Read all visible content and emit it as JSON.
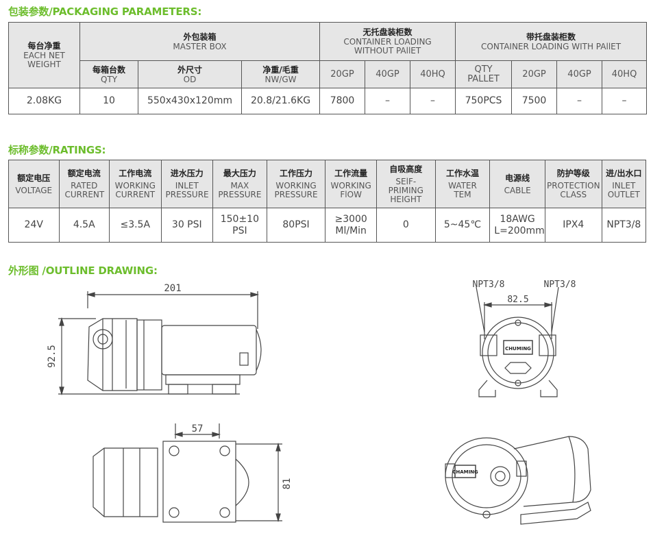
{
  "packaging": {
    "title": "包装参数/PACKAGING PARAMETERS:",
    "net_weight": {
      "cn": "每台净重",
      "en": "EACH NET WEIGHT"
    },
    "master_box": {
      "cn": "外包装箱",
      "en": "MASTER BOX"
    },
    "without_pallet": {
      "cn": "无托盘装柜数",
      "en": "CONTAINER LOADING WITHOUT PAllET"
    },
    "with_pallet": {
      "cn": "带托盘装柜数",
      "en": "CONTAINER LOADING WITH PAllET"
    },
    "qty": {
      "cn": "每箱台数",
      "en": "QTY"
    },
    "od": {
      "cn": "外尺寸",
      "en": "OD"
    },
    "nw_gw": {
      "cn": "净重/毛重",
      "en": "NW/GW"
    },
    "c20gp": "20GP",
    "c40gp": "40GP",
    "c40hq": "40HQ",
    "qty_pallet": "QTY PALLET",
    "values": {
      "net_weight": "2.08KG",
      "qty": "10",
      "od": "550x430x120mm",
      "nw_gw": "20.8/21.6KG",
      "wo_20gp": "7800",
      "wo_40gp": "–",
      "wo_40hq": "–",
      "qty_pallet": "750PCS",
      "w_20gp": "7500",
      "w_40gp": "–",
      "w_40hq": "–"
    }
  },
  "ratings": {
    "title": "标称参数/RATINGS:",
    "headers": [
      {
        "cn": "额定电压",
        "en": "VOLTAGE"
      },
      {
        "cn": "额定电流",
        "en": "RATED CURRENT"
      },
      {
        "cn": "工作电流",
        "en": "WORKING CURRENT"
      },
      {
        "cn": "进水压力",
        "en": "INLET PRESSURE"
      },
      {
        "cn": "最大压力",
        "en": "MAX PRESSURE"
      },
      {
        "cn": "工作压力",
        "en": "WORKING PRESSURE"
      },
      {
        "cn": "工作流量",
        "en": "WORKING FlOW"
      },
      {
        "cn": "自吸高度",
        "en": "SElF-PRIMING HEIGHT"
      },
      {
        "cn": "工作水温",
        "en": "WATER TEM"
      },
      {
        "cn": "电源线",
        "en": "CABLE"
      },
      {
        "cn": "防护等级",
        "en": "PROTECTION CLASS"
      },
      {
        "cn": "进/出水口",
        "en": "INLET OUTLET"
      }
    ],
    "values": [
      "24V",
      "4.5A",
      "≤3.5A",
      "30 PSI",
      "150±10 PSI",
      "80PSI",
      "≥3000 Ml/Min",
      "0",
      "5~45℃",
      "18AWG L=200mm",
      "IPX4",
      "NPT3/8"
    ]
  },
  "outline": {
    "title": "外形图 /OUTLINE DRAWING:",
    "dim_length": "201",
    "dim_height": "92.5",
    "dim_port_spacing": "82.5",
    "dim_mount_spacing": "57",
    "dim_width": "81",
    "port_left": "NPT3/8",
    "port_right": "NPT3/8",
    "brand": "CHUMING",
    "brand_iso": "CHAMING"
  }
}
